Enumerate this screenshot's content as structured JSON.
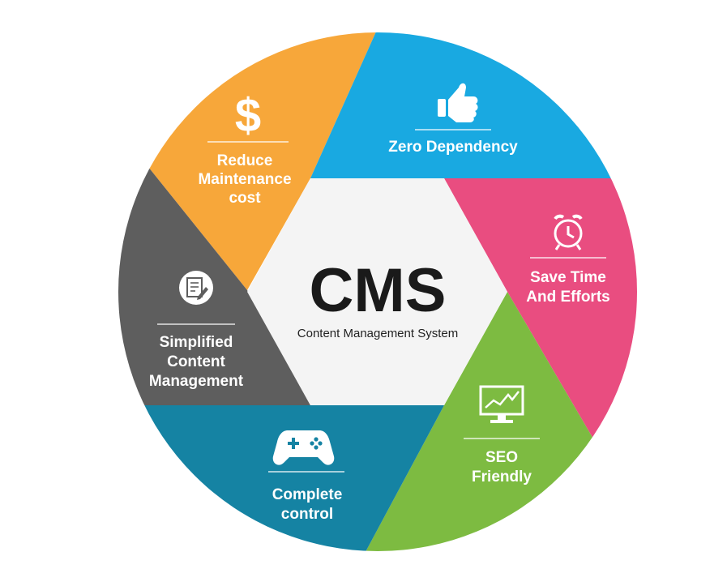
{
  "center": {
    "title": "CMS",
    "subtitle": "Content Management System"
  },
  "segments": [
    {
      "label_lines": [
        "Reduce",
        "Maintenance",
        "cost"
      ],
      "icon": "dollar-icon",
      "color": "#f7a73a"
    },
    {
      "label_lines": [
        "Zero Dependency"
      ],
      "icon": "thumbs-up-icon",
      "color": "#19a9e1"
    },
    {
      "label_lines": [
        "Save Time",
        "And Efforts"
      ],
      "icon": "alarm-clock-icon",
      "color": "#e94d80"
    },
    {
      "label_lines": [
        "SEO",
        "Friendly"
      ],
      "icon": "monitor-chart-icon",
      "color": "#7dbb41"
    },
    {
      "label_lines": [
        "Complete",
        "control"
      ],
      "icon": "gamepad-icon",
      "color": "#1583a3"
    },
    {
      "label_lines": [
        "Simplified",
        "Content",
        "Management"
      ],
      "icon": "document-edit-icon",
      "color": "#5e5e5e"
    }
  ]
}
